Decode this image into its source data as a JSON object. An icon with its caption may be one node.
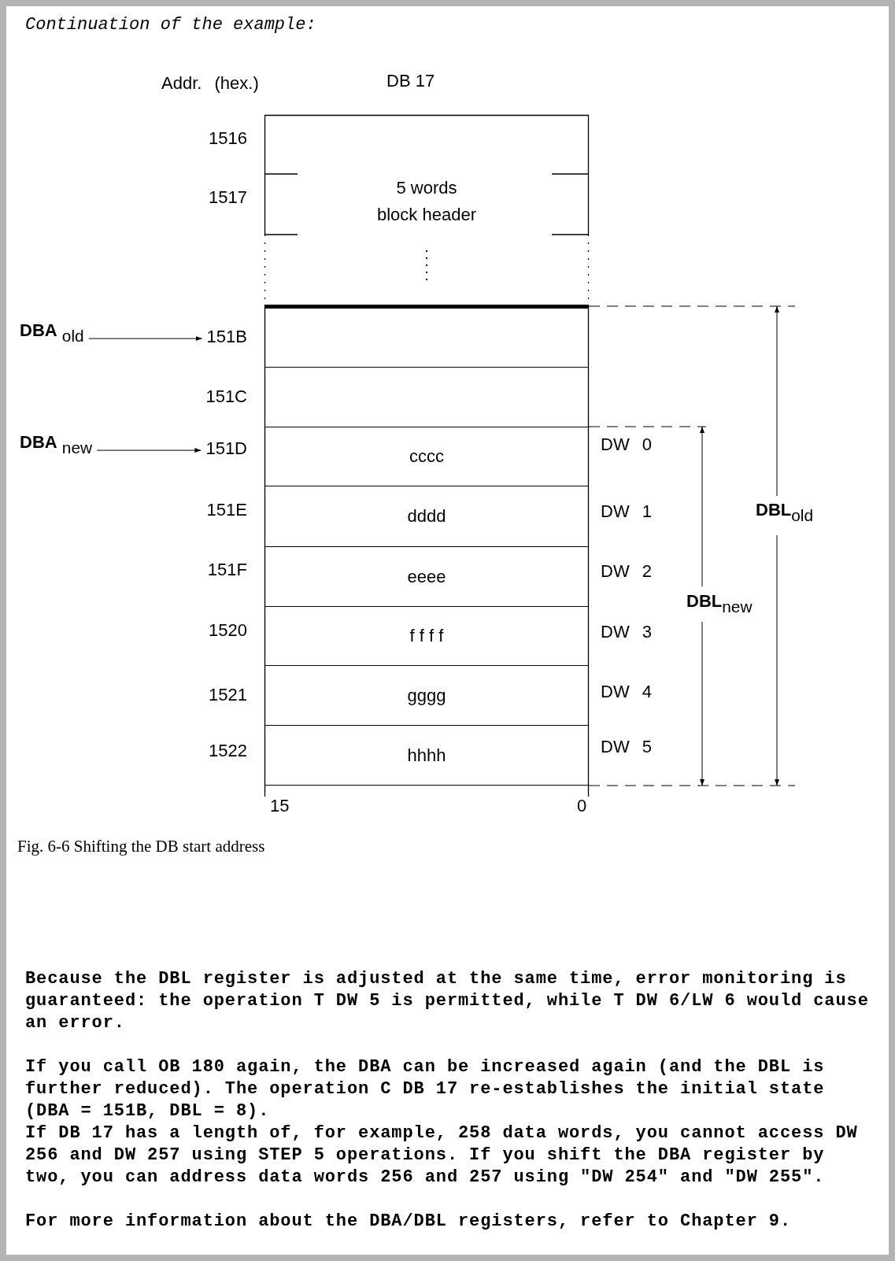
{
  "diagram": {
    "title": "Continuation of the example:",
    "caption": "Fig. 6-6 Shifting the DB start address",
    "nodes": [
      {
        "text": [
          "**DBA** $_{old}$"
        ]
      },
      {
        "text": [
          "151B"
        ]
      },
      {
        "text": [
          "**DBA** $_{new}$"
        ]
      },
      {
        "text": [
          "151D"
        ]
      },
      {
        "text": [
          "DB 17"
        ]
      },
      {
        "text": [
          "5 words block header"
        ],
        "in": 4
      },
      {
        "text": [],
        "shape": "box",
        "in": 4
      },
      {
        "text": [],
        "shape": "box",
        "in": 4
      },
      {
        "text": [
          "cccc"
        ],
        "in": 4
      },
      {
        "text": [
          "dddd"
        ],
        "in": 4
      },
      {
        "text": [
          "eeee"
        ],
        "in": 4
      },
      {
        "text": [
          "f f f f"
        ],
        "in": 4
      },
      {
        "text": [
          "gggg"
        ],
        "in": 4
      },
      {
        "text": [
          "hhhh"
        ],
        "in": 4
      }
    ],
    "edges": [
      {
        "from": 0,
        "to": 1,
        "arrow": "to"
      },
      {
        "from": 2,
        "to": 3,
        "arrow": "to"
      }
    ],
    "labels": [
      "Addr.  (hex.)",
      "1516",
      "1517",
      "151C",
      "DW 0",
      "151E",
      "DW 1",
      "**DBL**$_{old}$",
      "151F",
      "DW 2",
      "**DBL**$_{new}$",
      "1520",
      "DW 3",
      "1521",
      "DW 4",
      "1522",
      "DW 5",
      "15",
      "0",
      "Because the DBL register is adjusted at the same time, error monitoring is guaranteed: the operation T DW 5 is permitted, while T DW 6/LW 6 would cause an error.",
      "If you call OB 180 again, the DBA can be increased again (and the DBL is further reduced). The operation C DB 17 re-establishes the initial state (DBA = 151B, DBL = 8).",
      "If DB 17 has a length of, for example, 258 data words, you cannot access DW 256 and DW 257 using STEP 5 operations. If you shift the DBA register by two, you can address data words 256 and 257 using \"DW 254\" and \"DW 255\".",
      "For more information about the DBA/DBL registers, refer to Chapter 9."
    ]
  }
}
